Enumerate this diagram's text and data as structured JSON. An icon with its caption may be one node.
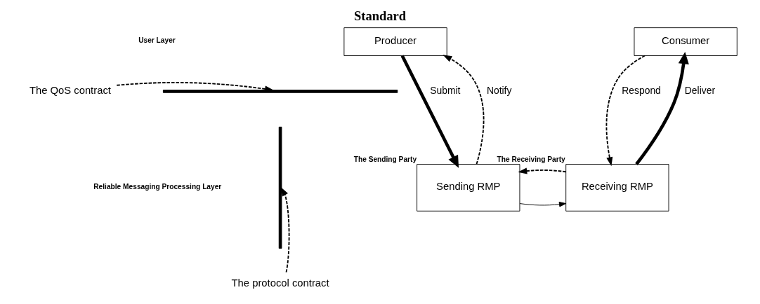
{
  "diagram": {
    "title": "Standard",
    "nodes": [
      {
        "text": [
          "Producer"
        ]
      },
      {
        "text": [
          "Consumer"
        ]
      },
      {
        "text": [
          "The QoS contract"
        ]
      },
      {
        "text": [],
        "shape": "bar"
      },
      {
        "text": [
          "Sending RMP"
        ],
        "beside": [
          "The Sending Party"
        ]
      },
      {
        "text": [],
        "shape": "bar"
      },
      {
        "text": [
          "Receiving RMP"
        ],
        "beside": [
          "The Receiving Party"
        ]
      },
      {
        "text": [
          "The protocol contract"
        ]
      }
    ],
    "edges": [
      {
        "from": 0,
        "to": 4,
        "arrow": "to",
        "label": "Submit",
        "style": "thick"
      },
      {
        "from": 4,
        "to": 0,
        "arrow": "to",
        "label": "Notify",
        "style": "dashed"
      },
      {
        "from": 6,
        "to": 1,
        "arrow": "to",
        "label": "Deliver",
        "style": "thick"
      },
      {
        "from": 1,
        "to": 6,
        "arrow": "to",
        "label": "Respond",
        "style": "dashed"
      },
      {
        "from": 4,
        "to": 6,
        "arrow": "to"
      },
      {
        "from": 6,
        "to": 4,
        "arrow": "to",
        "style": "dashed"
      },
      {
        "from": 2,
        "to": 3,
        "arrow": "to",
        "style": "dashed"
      },
      {
        "from": 7,
        "to": 5,
        "arrow": "to",
        "style": "dashed"
      }
    ],
    "labels": [
      "User Layer",
      "Reliable Messaging Processing Layer"
    ]
  }
}
